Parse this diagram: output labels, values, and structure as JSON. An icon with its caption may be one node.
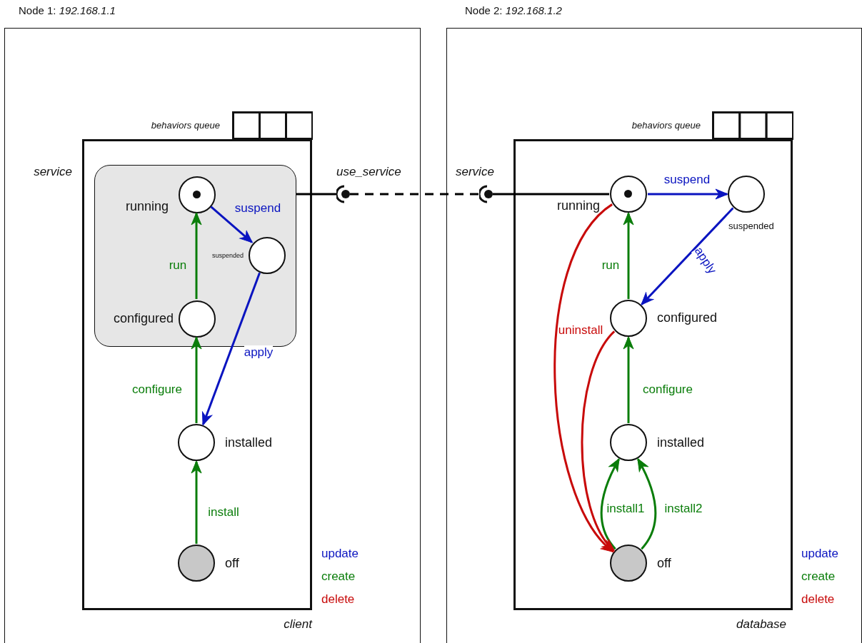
{
  "diagram": {
    "nodes": [
      {
        "text": [
          "Node 1: *192.168.1.1*"
        ]
      },
      {
        "text": [
          "client"
        ],
        "in": 0
      },
      {
        "text": [],
        "shape": "box",
        "in": 1
      },
      {
        "text": [
          "running"
        ],
        "in": 2
      },
      {
        "text": [
          "suspended"
        ],
        "in": 2
      },
      {
        "text": [
          "configured"
        ],
        "in": 2
      },
      {
        "text": [
          "installed"
        ],
        "in": 1
      },
      {
        "text": [
          "off"
        ],
        "in": 1
      },
      {
        "text": [
          "Node 2: *192.168.1.2*"
        ]
      },
      {
        "text": [
          "database"
        ],
        "in": 8
      },
      {
        "text": [
          "running"
        ],
        "in": 9
      },
      {
        "text": [
          "suspended"
        ],
        "in": 9
      },
      {
        "text": [
          "configured"
        ],
        "in": 9
      },
      {
        "text": [
          "installed"
        ],
        "in": 9
      },
      {
        "text": [
          "off"
        ],
        "in": 9
      },
      {
        "text": [
          "use_service"
        ],
        "in": 0
      },
      {
        "text": [
          "service"
        ],
        "in": 8
      }
    ],
    "edges": [
      {
        "from": 3,
        "to": 4,
        "arrow": "to",
        "label": "suspend",
        "color": "#0a14c0"
      },
      {
        "from": 4,
        "to": 6,
        "arrow": "to",
        "label": "apply",
        "color": "#0a14c0"
      },
      {
        "from": 5,
        "to": 3,
        "arrow": "to",
        "label": "run",
        "color": "#0a7d0a"
      },
      {
        "from": 6,
        "to": 5,
        "arrow": "to",
        "label": "configure",
        "color": "#0a7d0a"
      },
      {
        "from": 7,
        "to": 6,
        "arrow": "to",
        "label": "install",
        "color": "#0a7d0a"
      },
      {
        "from": 2,
        "to": 15,
        "arrow": "none",
        "color": "#000000"
      },
      {
        "from": 15,
        "to": 16,
        "arrow": "none",
        "style": "dashed",
        "color": "#000000"
      },
      {
        "from": 16,
        "to": 10,
        "arrow": "none",
        "color": "#000000"
      },
      {
        "from": 10,
        "to": 11,
        "arrow": "to",
        "label": "suspend",
        "color": "#0a14c0"
      },
      {
        "from": 11,
        "to": 12,
        "arrow": "to",
        "label": "apply",
        "color": "#0a14c0"
      },
      {
        "from": 12,
        "to": 10,
        "arrow": "to",
        "label": "run",
        "color": "#0a7d0a"
      },
      {
        "from": 13,
        "to": 12,
        "arrow": "to",
        "label": "configure",
        "color": "#0a7d0a"
      },
      {
        "from": 14,
        "to": 13,
        "arrow": "to",
        "label": "install1",
        "color": "#0a7d0a"
      },
      {
        "from": 14,
        "to": 13,
        "arrow": "to",
        "label": "install2",
        "color": "#0a7d0a"
      },
      {
        "from": 10,
        "to": 14,
        "arrow": "to",
        "label": "uninstall",
        "color": "#c80a0a"
      },
      {
        "from": 12,
        "to": 14,
        "arrow": "to",
        "color": "#c80a0a"
      }
    ],
    "labels": [
      "behaviors queue",
      "behaviors queue",
      "service"
    ],
    "legend": [
      {
        "text": "update",
        "color": "#0a14c0"
      },
      {
        "text": "create",
        "color": "#0a7d0a"
      },
      {
        "text": "delete",
        "color": "#c80a0a"
      },
      {
        "text": "update",
        "color": "#0a14c0"
      },
      {
        "text": "create",
        "color": "#0a7d0a"
      },
      {
        "text": "delete",
        "color": "#c80a0a"
      }
    ]
  }
}
